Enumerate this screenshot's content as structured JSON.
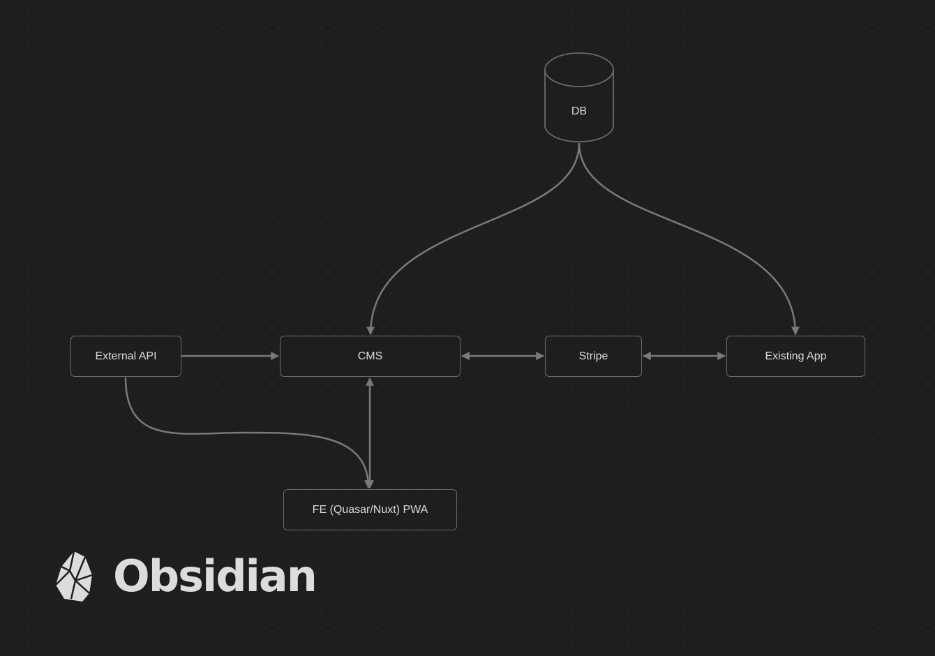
{
  "diagram": {
    "nodes": {
      "db": "DB",
      "external_api": "External API",
      "cms": "CMS",
      "stripe": "Stripe",
      "existing_app": "Existing App",
      "fe": "FE (Quasar/Nuxt) PWA"
    },
    "edges": [
      {
        "from": "DB",
        "to": "CMS",
        "direction": "forward"
      },
      {
        "from": "DB",
        "to": "Existing App",
        "direction": "forward"
      },
      {
        "from": "External API",
        "to": "CMS",
        "direction": "forward"
      },
      {
        "from": "External API",
        "to": "FE (Quasar/Nuxt) PWA",
        "direction": "forward"
      },
      {
        "from": "CMS",
        "to": "Stripe",
        "direction": "both"
      },
      {
        "from": "Stripe",
        "to": "Existing App",
        "direction": "both"
      },
      {
        "from": "CMS",
        "to": "FE (Quasar/Nuxt) PWA",
        "direction": "both"
      }
    ]
  },
  "brand": {
    "name": "Obsidian",
    "logo_icon": "obsidian-logo-icon"
  },
  "colors": {
    "background": "#1e1e1e",
    "line": "#7a7a7a",
    "node_border": "#6a6a6a",
    "text": "#dcdcdc"
  }
}
